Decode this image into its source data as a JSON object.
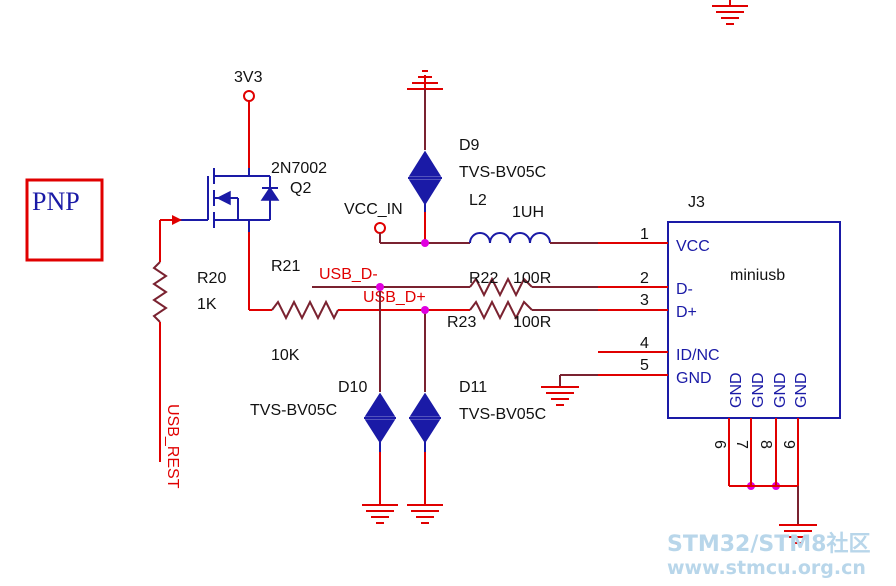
{
  "pnp_box": {
    "label": "PNP"
  },
  "power": {
    "rail_3v3": "3V3",
    "vcc_in": "VCC_IN"
  },
  "q2": {
    "part": "2N7002",
    "ref": "Q2"
  },
  "d9": {
    "ref": "D9",
    "part": "TVS-BV05C"
  },
  "d10": {
    "ref": "D10",
    "part": "TVS-BV05C"
  },
  "d11": {
    "ref": "D11",
    "part": "TVS-BV05C"
  },
  "l2": {
    "ref": "L2",
    "value": "1UH"
  },
  "r20": {
    "ref": "R20",
    "value": "1K"
  },
  "r21": {
    "ref": "R21",
    "value": "10K"
  },
  "r22": {
    "ref": "R22",
    "value": "100R"
  },
  "r23": {
    "ref": "R23",
    "value": "100R"
  },
  "nets": {
    "usb_dm": "USB_D-",
    "usb_dp": "USB_D+",
    "usb_rest": "USB_REST"
  },
  "j3": {
    "ref": "J3",
    "part": "miniusb",
    "pins": [
      {
        "num": "1",
        "name": "VCC"
      },
      {
        "num": "2",
        "name": "D-"
      },
      {
        "num": "3",
        "name": "D+"
      },
      {
        "num": "4",
        "name": "ID/NC"
      },
      {
        "num": "5",
        "name": "GND"
      }
    ],
    "bottom_pins": [
      {
        "num": "6",
        "name": "GND"
      },
      {
        "num": "7",
        "name": "GND"
      },
      {
        "num": "8",
        "name": "GND"
      },
      {
        "num": "9",
        "name": "GND"
      }
    ]
  },
  "watermark": {
    "line1": "STM32/STM8社区",
    "line2": "www.stmcu.org.cn"
  },
  "colors": {
    "wire": "#e00000",
    "net_dark": "#7a2230",
    "component": "#1a1aa6",
    "junction": "#e000e0",
    "watermark": "#b8d6ea"
  }
}
